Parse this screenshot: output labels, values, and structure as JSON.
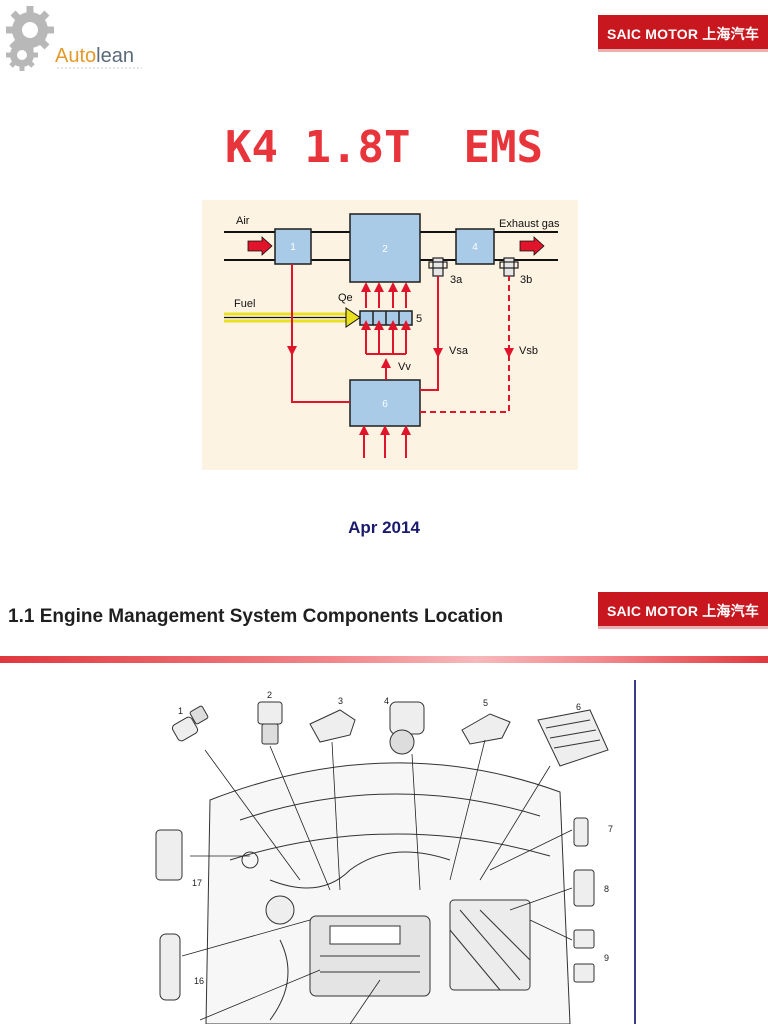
{
  "logo": {
    "brand_prefix": "Auto",
    "brand_suffix": "lean"
  },
  "header_badge": "SAIC MOTOR 上海汽车",
  "slide1": {
    "title": "K4 1.8T  EMS",
    "date": "Apr 2014",
    "diagram": {
      "labels": {
        "air": "Air",
        "exhaust": "Exhaust gas",
        "fuel": "Fuel",
        "qe": "Qe",
        "vv": "Vv",
        "vsa": "Vsa",
        "vsb": "Vsb",
        "box1": "1",
        "box2": "2",
        "box4": "4",
        "box5": "5",
        "box6": "6",
        "s3a": "3a",
        "s3b": "3b"
      },
      "colors": {
        "box_fill": "#a9cbe8",
        "box_stroke": "#1e1e1e",
        "arrow": "#e0142a",
        "fuel": "#e8e020",
        "background": "#fdf3e3"
      }
    }
  },
  "slide2": {
    "title": "1.1 Engine Management System Components Location",
    "callouts": [
      "1",
      "2",
      "3",
      "4",
      "5",
      "6",
      "7",
      "8",
      "9",
      "16",
      "17"
    ]
  }
}
